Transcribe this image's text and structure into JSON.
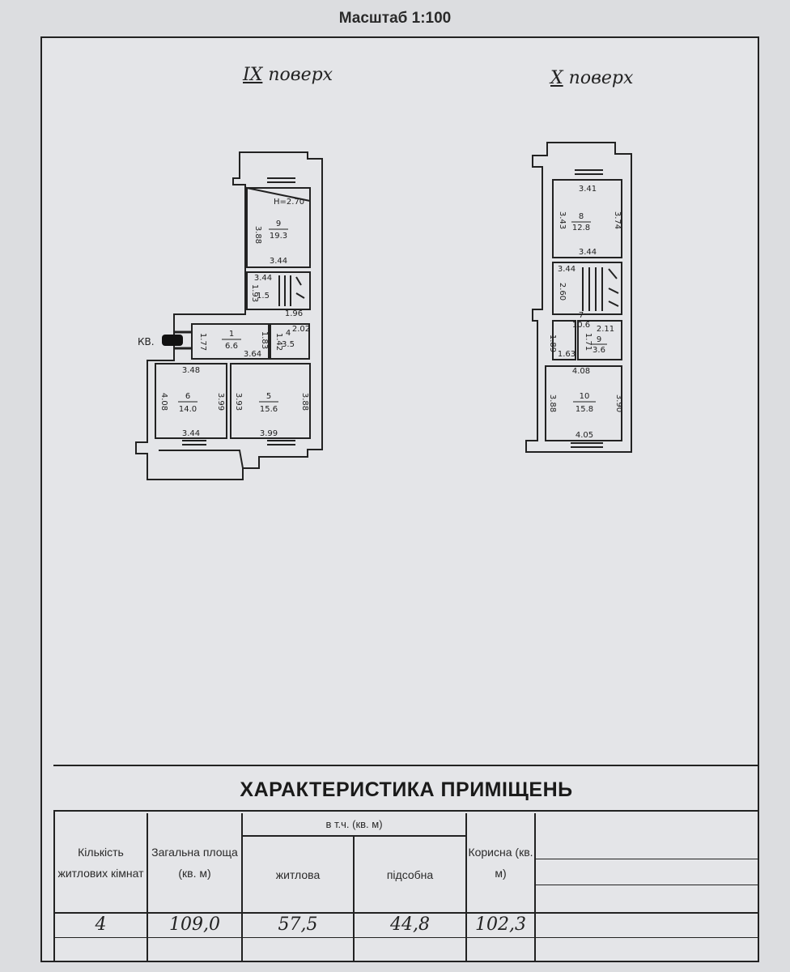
{
  "header": {
    "scale": "Масштаб 1:100"
  },
  "floors": [
    {
      "label": "IX",
      "suffix": " поверх"
    },
    {
      "label": "X",
      "suffix": " поверх"
    }
  ],
  "plan9": {
    "height_label": "Н=2.70",
    "apartment_label": "КВ.",
    "rooms": [
      {
        "number": "9",
        "area": "19.3"
      },
      {
        "number": "1",
        "area": "6.6"
      },
      {
        "number": "4",
        "area": "3.5"
      },
      {
        "number": "6",
        "area": "14.0"
      },
      {
        "number": "5",
        "area": "15.6"
      }
    ],
    "dims": {
      "r9_left": "3.88",
      "r9_bottom": "3.44",
      "stair_top": "3.44",
      "stair_left": "1.93",
      "stair_area": "1.5",
      "stair_bottom": "1.96",
      "r1_left": "1.77",
      "r1_bottom": "3.64",
      "r1_right": "1.83",
      "r4_top": "2.02",
      "r4_left": "1.42",
      "r6_top": "3.48",
      "r6_left": "4.08",
      "r6_right": "3.99",
      "r6_bottom": "3.44",
      "r5_left": "3.93",
      "r5_right": "3.88",
      "r5_bottom": "3.99"
    }
  },
  "plan10": {
    "rooms": [
      {
        "number": "8",
        "area": "12.8"
      },
      {
        "number": "7",
        "area": "10.6"
      },
      {
        "number": "9",
        "area": "3.6"
      },
      {
        "number": "10",
        "area": "15.8"
      }
    ],
    "dims": {
      "r8_top": "3.41",
      "r8_left": "3.43",
      "r8_right": "3.74",
      "r8_bottom": "3.44",
      "r7_top": "3.44",
      "r7_left": "2.60",
      "small_left": "1.89",
      "small_bottom": "1.63",
      "r9_top": "2.11",
      "r9_left": "1.71",
      "r10_top": "4.08",
      "r10_left": "3.88",
      "r10_right": "3.90",
      "r10_bottom": "4.05"
    }
  },
  "table": {
    "title": "ХАРАКТЕРИСТИКА ПРИМІЩЕНЬ",
    "headers": {
      "rooms_count": "Кількість житлових кімнат",
      "total_area": "Загальна площа (кв. м)",
      "including": "в т.ч. (кв. м)",
      "living": "житлова",
      "auxiliary": "підсобна",
      "useful": "Корисна (кв. м)"
    },
    "values": {
      "rooms_count": "4",
      "total_area": "109,0",
      "living": "57,5",
      "auxiliary": "44,8",
      "useful": "102,3"
    }
  }
}
